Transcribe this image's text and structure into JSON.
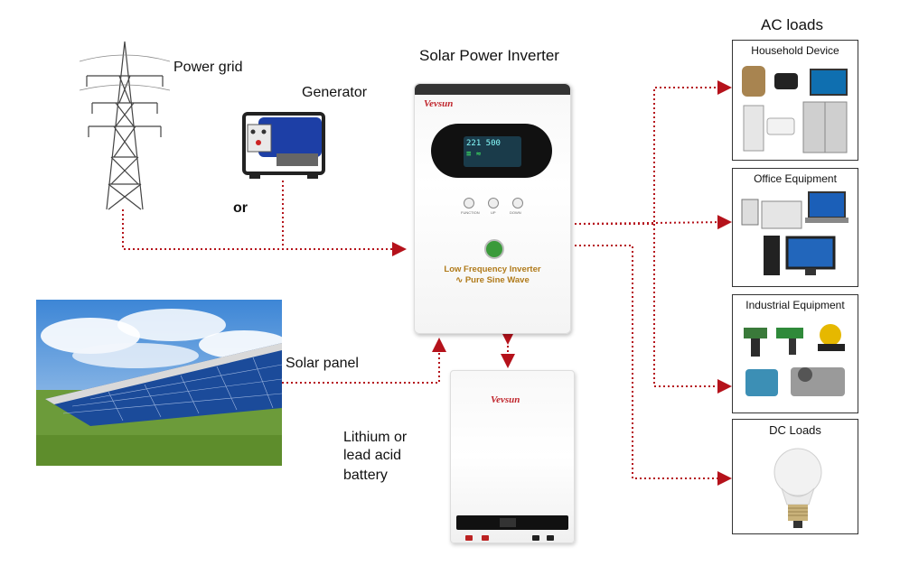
{
  "labels": {
    "power_grid": "Power grid",
    "generator": "Generator",
    "or": "or",
    "inverter_title": "Solar Power Inverter",
    "solar_panel": "Solar panel",
    "battery_line1": "Lithium or",
    "battery_line2": "lead acid",
    "battery_line3": "battery",
    "ac_loads": "AC loads"
  },
  "inverter": {
    "brand": "Vevsun",
    "lcd_line1": "221  500",
    "lcd_line2": "≡ ≈",
    "buttons": [
      "FUNCTION",
      "UP",
      "DOWN"
    ],
    "text_line1": "Low Frequency Inverter",
    "text_line2": "Pure Sine Wave"
  },
  "battery": {
    "brand": "Vevsun"
  },
  "loads": [
    {
      "title": "Household Device"
    },
    {
      "title": "Office Equipment"
    },
    {
      "title": "Industrial Equipment"
    },
    {
      "title": "DC Loads"
    }
  ],
  "colors": {
    "wire": "#b5121b",
    "inverter_accent": "#b07a1a",
    "brand": "#c0262d"
  }
}
